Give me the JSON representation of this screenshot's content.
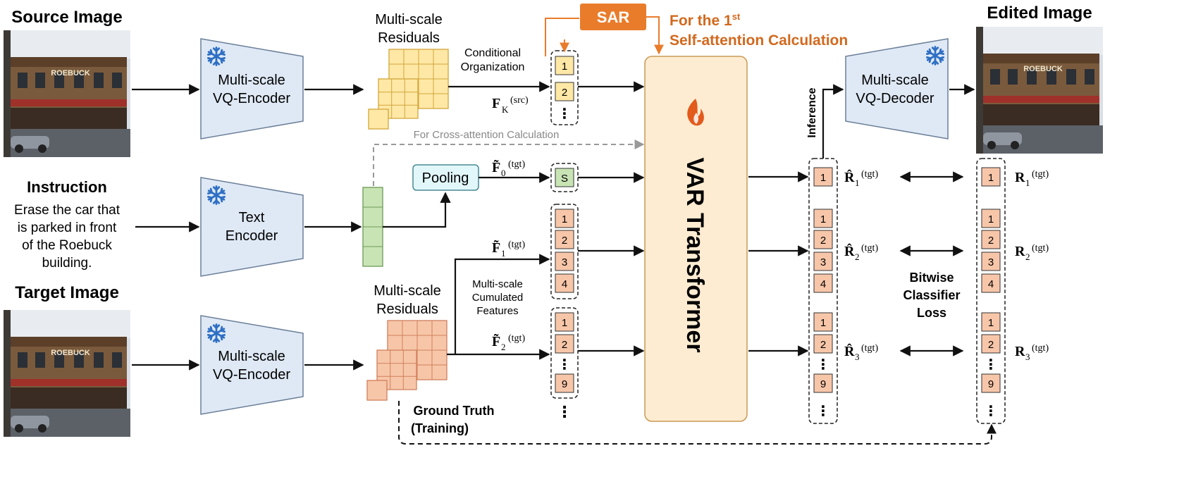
{
  "colors": {
    "encoder_fill": "#dfe9f5",
    "encoder_stroke": "#6b7f99",
    "snow": "#2e6fc4",
    "yellow_fill": "#ffe8a6",
    "yellow_stroke": "#d2a63a",
    "green_fill": "#c9e4b4",
    "green_stroke": "#6a9a56",
    "pink_fill": "#f7c6a9",
    "pink_stroke": "#d0805c",
    "transformer_fill": "#fdecd1",
    "transformer_stroke": "#c99a55",
    "flame": "#e25a1c",
    "sar_fill": "#e97c2b",
    "accent_text": "#d2691e",
    "pooling_fill": "#e2f7fa",
    "dashed_gray": "#999999"
  },
  "labels": {
    "source_image": "Source Image",
    "edited_image": "Edited Image",
    "target_image": "Target Image",
    "instruction_title": "Instruction",
    "instruction_lines": [
      "Erase the car that",
      "is parked in front",
      "of the Roebuck",
      "building."
    ],
    "encoder_src_lines": [
      "Multi-scale",
      "VQ-Encoder"
    ],
    "encoder_text_lines": [
      "Text",
      "Encoder"
    ],
    "encoder_tgt_lines": [
      "Multi-scale",
      "VQ-Encoder"
    ],
    "decoder_lines": [
      "Multi-scale",
      "VQ-Decoder"
    ],
    "residuals_top_lines": [
      "Multi-scale",
      "Residuals"
    ],
    "residuals_bottom_lines": [
      "Multi-scale",
      "Residuals"
    ],
    "conditional_lines": [
      "Conditional",
      "Organization"
    ],
    "cumulated_lines": [
      "Multi-scale",
      "Cumulated",
      "Features"
    ],
    "sar": "SAR",
    "first_sa_line1_pre": "For the 1",
    "first_sa_line1_sup": "st",
    "first_sa_line2": "Self-attention Calculation",
    "cross_attention": "For Cross-attention Calculation",
    "pooling": "Pooling",
    "transformer": "VAR Transformer",
    "inference": "Inference",
    "bitwise_lines": [
      "Bitwise",
      "Classifier",
      "Loss"
    ],
    "ground_truth_lines": [
      "Ground Truth",
      "(Training)"
    ],
    "photo_sign": "ROEBUCK",
    "f_k_main": "F",
    "f_k_sub": "K",
    "f_k_sup": "(src)",
    "f0_main": "F̃",
    "f0_sub": "0",
    "f0_sup": "(tgt)",
    "f1_main": "F̃",
    "f1_sub": "1",
    "f1_sup": "(tgt)",
    "f2_main": "F̃",
    "f2_sub": "2",
    "f2_sup": "(tgt)",
    "rhat1_main": "R̂",
    "rhat1_sub": "1",
    "rhat1_sup": "(tgt)",
    "rhat2_main": "R̂",
    "rhat2_sub": "2",
    "rhat2_sup": "(tgt)",
    "rhat3_main": "R̂",
    "rhat3_sub": "3",
    "rhat3_sup": "(tgt)",
    "r1_main": "R",
    "r1_sub": "1",
    "r1_sup": "(tgt)",
    "r2_main": "R",
    "r2_sub": "2",
    "r2_sup": "(tgt)",
    "r3_main": "R",
    "r3_sub": "3",
    "r3_sup": "(tgt)",
    "token_s": "S",
    "tokens": [
      "1",
      "2",
      "3",
      "4",
      "9"
    ],
    "ellipsis": "⋮"
  }
}
